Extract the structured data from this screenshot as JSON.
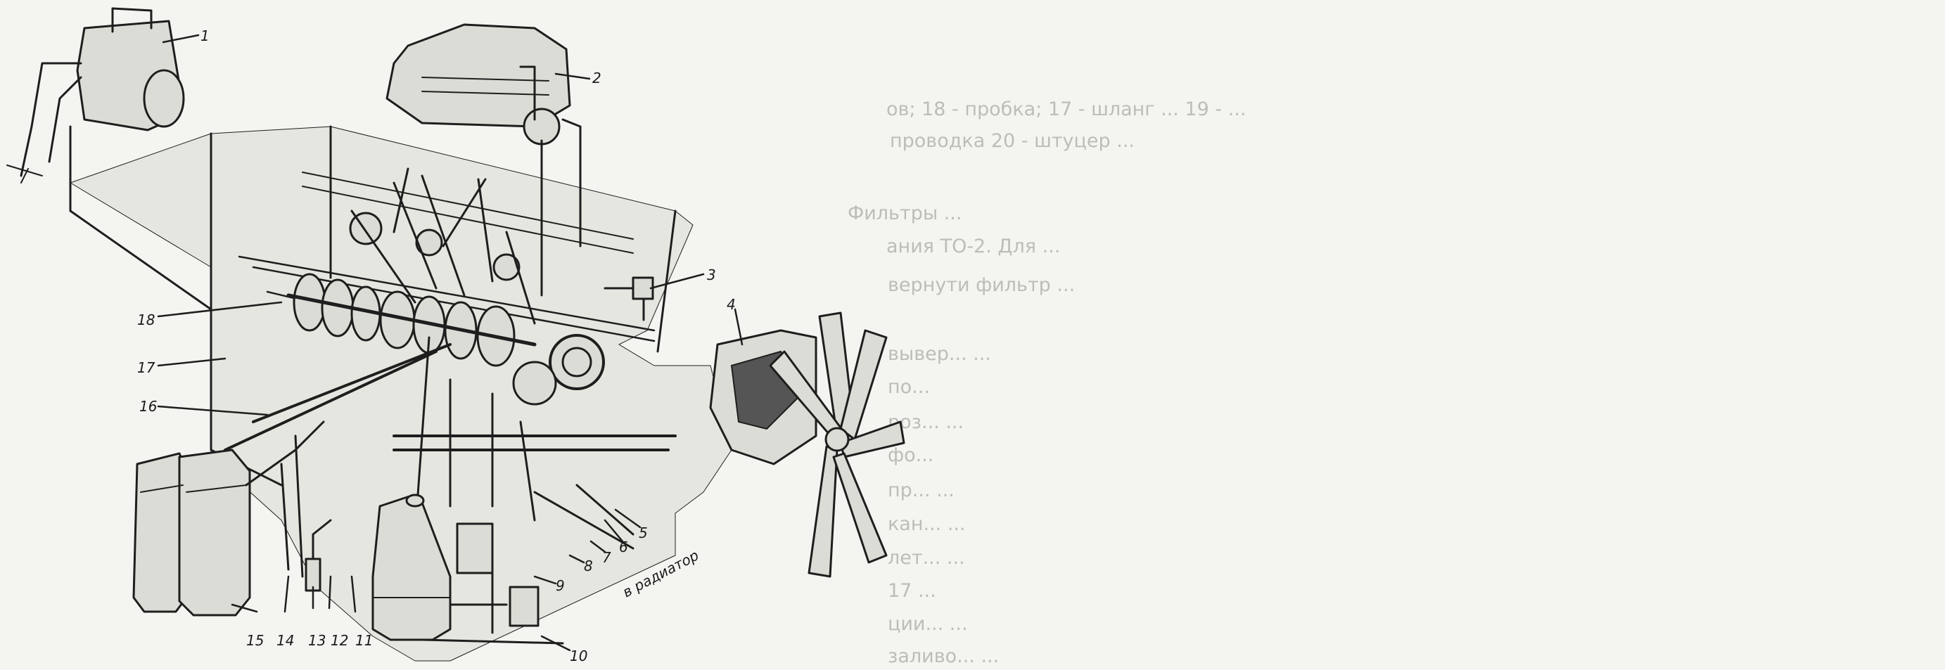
{
  "background_text": [
    "ов; 18 - пробка; 17 - шланг ... 19 - ...",
    "проводка 20 - штуцер ...",
    "Фильтры ...",
    "ания ТО-2. Для ...",
    "вернути фильтр ...",
    "вывер... ...",
    "по...",
    "роз... ...",
    "фо...",
    "пр... ...",
    "кан... ...",
    "лет... ...",
    "17 ...",
    "ции... ...",
    "заливо... ..."
  ],
  "callouts": [
    {
      "id": "c1",
      "label": "1"
    },
    {
      "id": "c2",
      "label": "2"
    },
    {
      "id": "c3",
      "label": "3"
    },
    {
      "id": "c4",
      "label": "4"
    },
    {
      "id": "c5",
      "label": "5"
    },
    {
      "id": "c6",
      "label": "6"
    },
    {
      "id": "c7",
      "label": "7"
    },
    {
      "id": "c8",
      "label": "8"
    },
    {
      "id": "c9",
      "label": "9"
    },
    {
      "id": "c10",
      "label": "10"
    },
    {
      "id": "c11",
      "label": "11"
    },
    {
      "id": "c12",
      "label": "12"
    },
    {
      "id": "c13",
      "label": "13"
    },
    {
      "id": "c14",
      "label": "14"
    },
    {
      "id": "c15",
      "label": "15"
    },
    {
      "id": "c16",
      "label": "16"
    },
    {
      "id": "c17",
      "label": "17"
    },
    {
      "id": "c18",
      "label": "18"
    },
    {
      "id": "radiator",
      "label": "в радиатор"
    }
  ]
}
